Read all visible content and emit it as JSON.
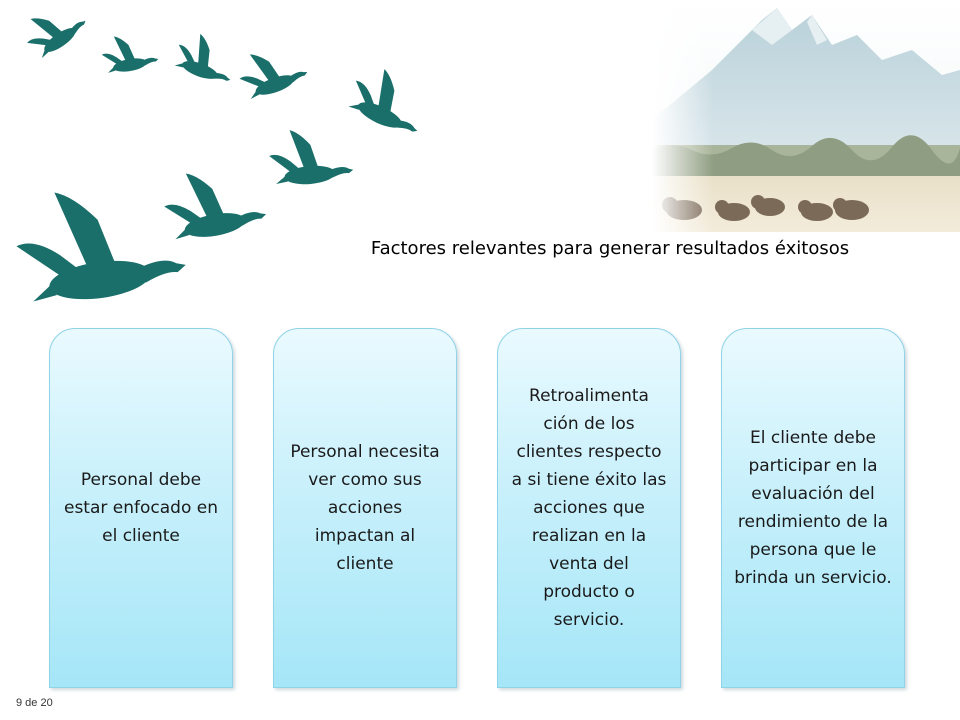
{
  "slide": {
    "title": "Factores relevantes para generar resultados éxitosos",
    "page_number": "9 de 20"
  },
  "cards": [
    {
      "text": "Personal debe estar enfocado en el cliente"
    },
    {
      "text": "Personal necesita ver como sus acciones impactan al cliente"
    },
    {
      "text": "Retroalimenta ción de los clientes respecto a si tiene éxito las acciones que realizan en la venta del producto o servicio."
    },
    {
      "text": "El cliente debe participar en la evaluación del rendimiento de la persona que le brinda un servicio."
    }
  ],
  "colors": {
    "goose": "#1a6f6a",
    "card_top": "#eafaff",
    "card_bottom": "#a5e6f7",
    "card_border": "#8fd3e6"
  },
  "images": {
    "landscape": "mountains-bison-photo",
    "decoration": "flying-geese-illustration"
  }
}
